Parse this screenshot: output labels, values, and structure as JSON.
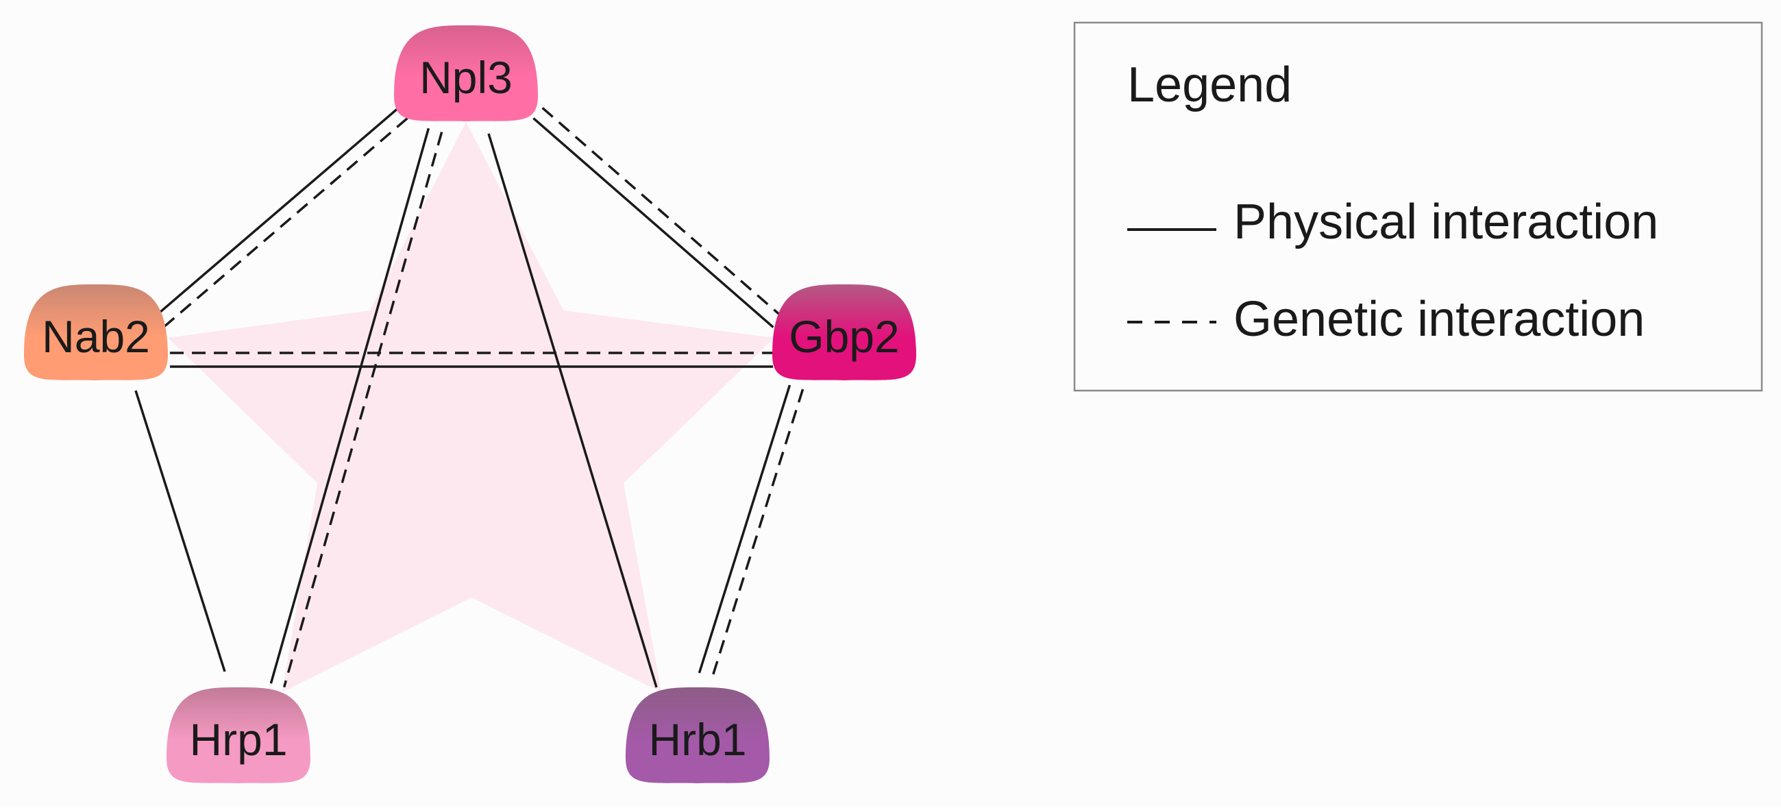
{
  "nodes": [
    {
      "id": "npl3",
      "label": "Npl3",
      "color_top": "#d8618f",
      "color_bottom": "#ff6fa6"
    },
    {
      "id": "nab2",
      "label": "Nab2",
      "color_top": "#c98773",
      "color_bottom": "#ff9c73"
    },
    {
      "id": "gbp2",
      "label": "Gbp2",
      "color_top": "#b45a84",
      "color_bottom": "#e3117b"
    },
    {
      "id": "hrp1",
      "label": "Hrp1",
      "color_top": "#c27a97",
      "color_bottom": "#f59ac3"
    },
    {
      "id": "hrb1",
      "label": "Hrb1",
      "color_top": "#8d5d87",
      "color_bottom": "#a45aa8"
    }
  ],
  "edges": [
    {
      "from": "npl3",
      "to": "nab2",
      "physical": true,
      "genetic": true
    },
    {
      "from": "npl3",
      "to": "gbp2",
      "physical": true,
      "genetic": true
    },
    {
      "from": "npl3",
      "to": "hrp1",
      "physical": true,
      "genetic": true
    },
    {
      "from": "npl3",
      "to": "hrb1",
      "physical": true,
      "genetic": false
    },
    {
      "from": "nab2",
      "to": "gbp2",
      "physical": true,
      "genetic": true
    },
    {
      "from": "nab2",
      "to": "hrp1",
      "physical": true,
      "genetic": false
    },
    {
      "from": "gbp2",
      "to": "hrb1",
      "physical": true,
      "genetic": true
    }
  ],
  "legend": {
    "title": "Legend",
    "physical_label": "Physical interaction",
    "genetic_label": "Genetic interaction"
  },
  "colors": {
    "background": "#fcfcfd",
    "star_fill": "#fde8ef",
    "line": "#1a1a1a",
    "legend_border": "#8a8a8a"
  }
}
